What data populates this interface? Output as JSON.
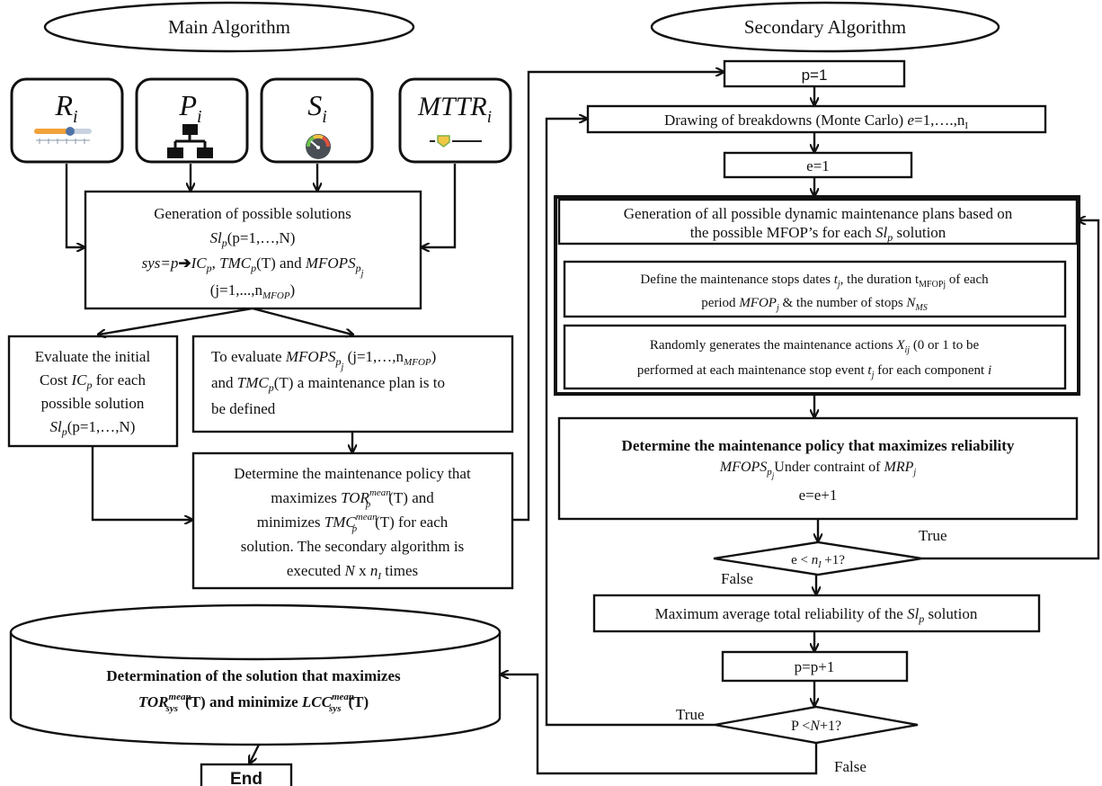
{
  "headers": {
    "main": "Main Algorithm",
    "secondary": "Secondary Algorithm"
  },
  "inputs": {
    "r": {
      "base": "R",
      "sub": "i",
      "icon": "slider-icon"
    },
    "p": {
      "base": "P",
      "sub": "i",
      "icon": "hierarchy-icon"
    },
    "s": {
      "base": "S",
      "sub": "i",
      "icon": "gauge-icon"
    },
    "mttr": {
      "base": "MTTR",
      "sub": "i",
      "icon": "connector-icon"
    }
  },
  "main": {
    "generation": {
      "line1": "Generation of possible solutions",
      "line2_sl": "Sl",
      "line2_sub": "p",
      "line2_rest": "(p=1,…,N)",
      "line3_sys": "sys=p",
      "line3_ic": "IC",
      "line3_tmc": "TMC",
      "line3_t": "(T) and",
      "line3_mfops": "MFOPS",
      "line4": "(j=1,...,n",
      "line4_sub": "MFOP",
      "line4_end": ")"
    },
    "evaluate_initial": {
      "line1": "Evaluate the initial",
      "line2": "Cost",
      "line2_ic": "IC",
      "line2_end": "for each",
      "line3": "possible solution",
      "line4_sl": "Sl",
      "line4_rest": "(p=1,…,N)"
    },
    "evaluate_mfops": {
      "line1_a": "To evaluate",
      "line1_mfops": "MFOPS",
      "line1_rest": "(j=1,…,n",
      "line1_sub": "MFOP",
      "line1_end": ")",
      "line2_a": "and",
      "line2_tmc": "TMC",
      "line2_rest": "(T) a maintenance plan is to",
      "line3": "be defined"
    },
    "determine_policy": {
      "line1": "Determine the maintenance policy that",
      "line2_a": "maximizes",
      "line2_tor": "TOR",
      "line2_sup": "mean",
      "line2_end": "(T) and",
      "line3_a": "minimizes",
      "line3_tmc": "TMC",
      "line3_sup": "mean",
      "line3_end": "(T) for each",
      "line4": "solution. The secondary algorithm is",
      "line5_a": "executed",
      "line5_n": "N",
      "line5_x": "x",
      "line5_ni": "n",
      "line5_end": "times"
    },
    "final": {
      "line1": "Determination of the solution that maximizes",
      "line2_tor": "TOR",
      "line2_sup": "mean",
      "line2_sub": "sys",
      "line2_mid": "(T) and minimize",
      "line2_lcc": "LCC",
      "line2_end": "(T)"
    },
    "end": "End"
  },
  "secondary": {
    "p_init": "p=1",
    "drawing": {
      "text": "Drawing of breakdowns (Monte Carlo)",
      "e": "e",
      "rest": "=1,….,n",
      "sub": "I"
    },
    "e_init": "e=1",
    "generation_all": {
      "line1": "Generation of all possible dynamic maintenance plans based on",
      "line2_a": "the possible MFOP’s for each",
      "line2_sl": "Sl",
      "line2_end": "solution"
    },
    "define_stops": {
      "line1_a": "Define the maintenance stops dates",
      "line1_t": "t",
      "line1_b": ", the duration t",
      "line1_sub": "MFOPj",
      "line1_c": "of each",
      "line2_a": "period",
      "line2_mfop": "MFOP",
      "line2_b": "& the number of stops",
      "line2_n": "N",
      "line2_sub": "MS"
    },
    "random_actions": {
      "line1_a": "Randomly generates the maintenance actions",
      "line1_x": "X",
      "line1_sub": "ij",
      "line1_b": "(0 or 1 to be",
      "line2_a": "performed at each maintenance stop event",
      "line2_t": "t",
      "line2_b": "for each component",
      "line2_i": "i"
    },
    "determine_reliability": {
      "title": "Determine the maintenance policy that maximizes reliability",
      "line2_mfops": "MFOPS",
      "line2_b": "Under contraint of",
      "line2_mrp": "MRP",
      "line3": "e=e+1"
    },
    "decision_e": {
      "label": "e <",
      "n": "n",
      "rest": "+1?",
      "true": "True",
      "false": "False"
    },
    "max_avg": {
      "text": "Maximum average total reliability of the",
      "sl": "Sl",
      "end": "solution"
    },
    "p_inc": "p=p+1",
    "decision_p": {
      "label": "P <",
      "n": "N",
      "rest": "+1?",
      "true": "True",
      "false": "False"
    }
  }
}
